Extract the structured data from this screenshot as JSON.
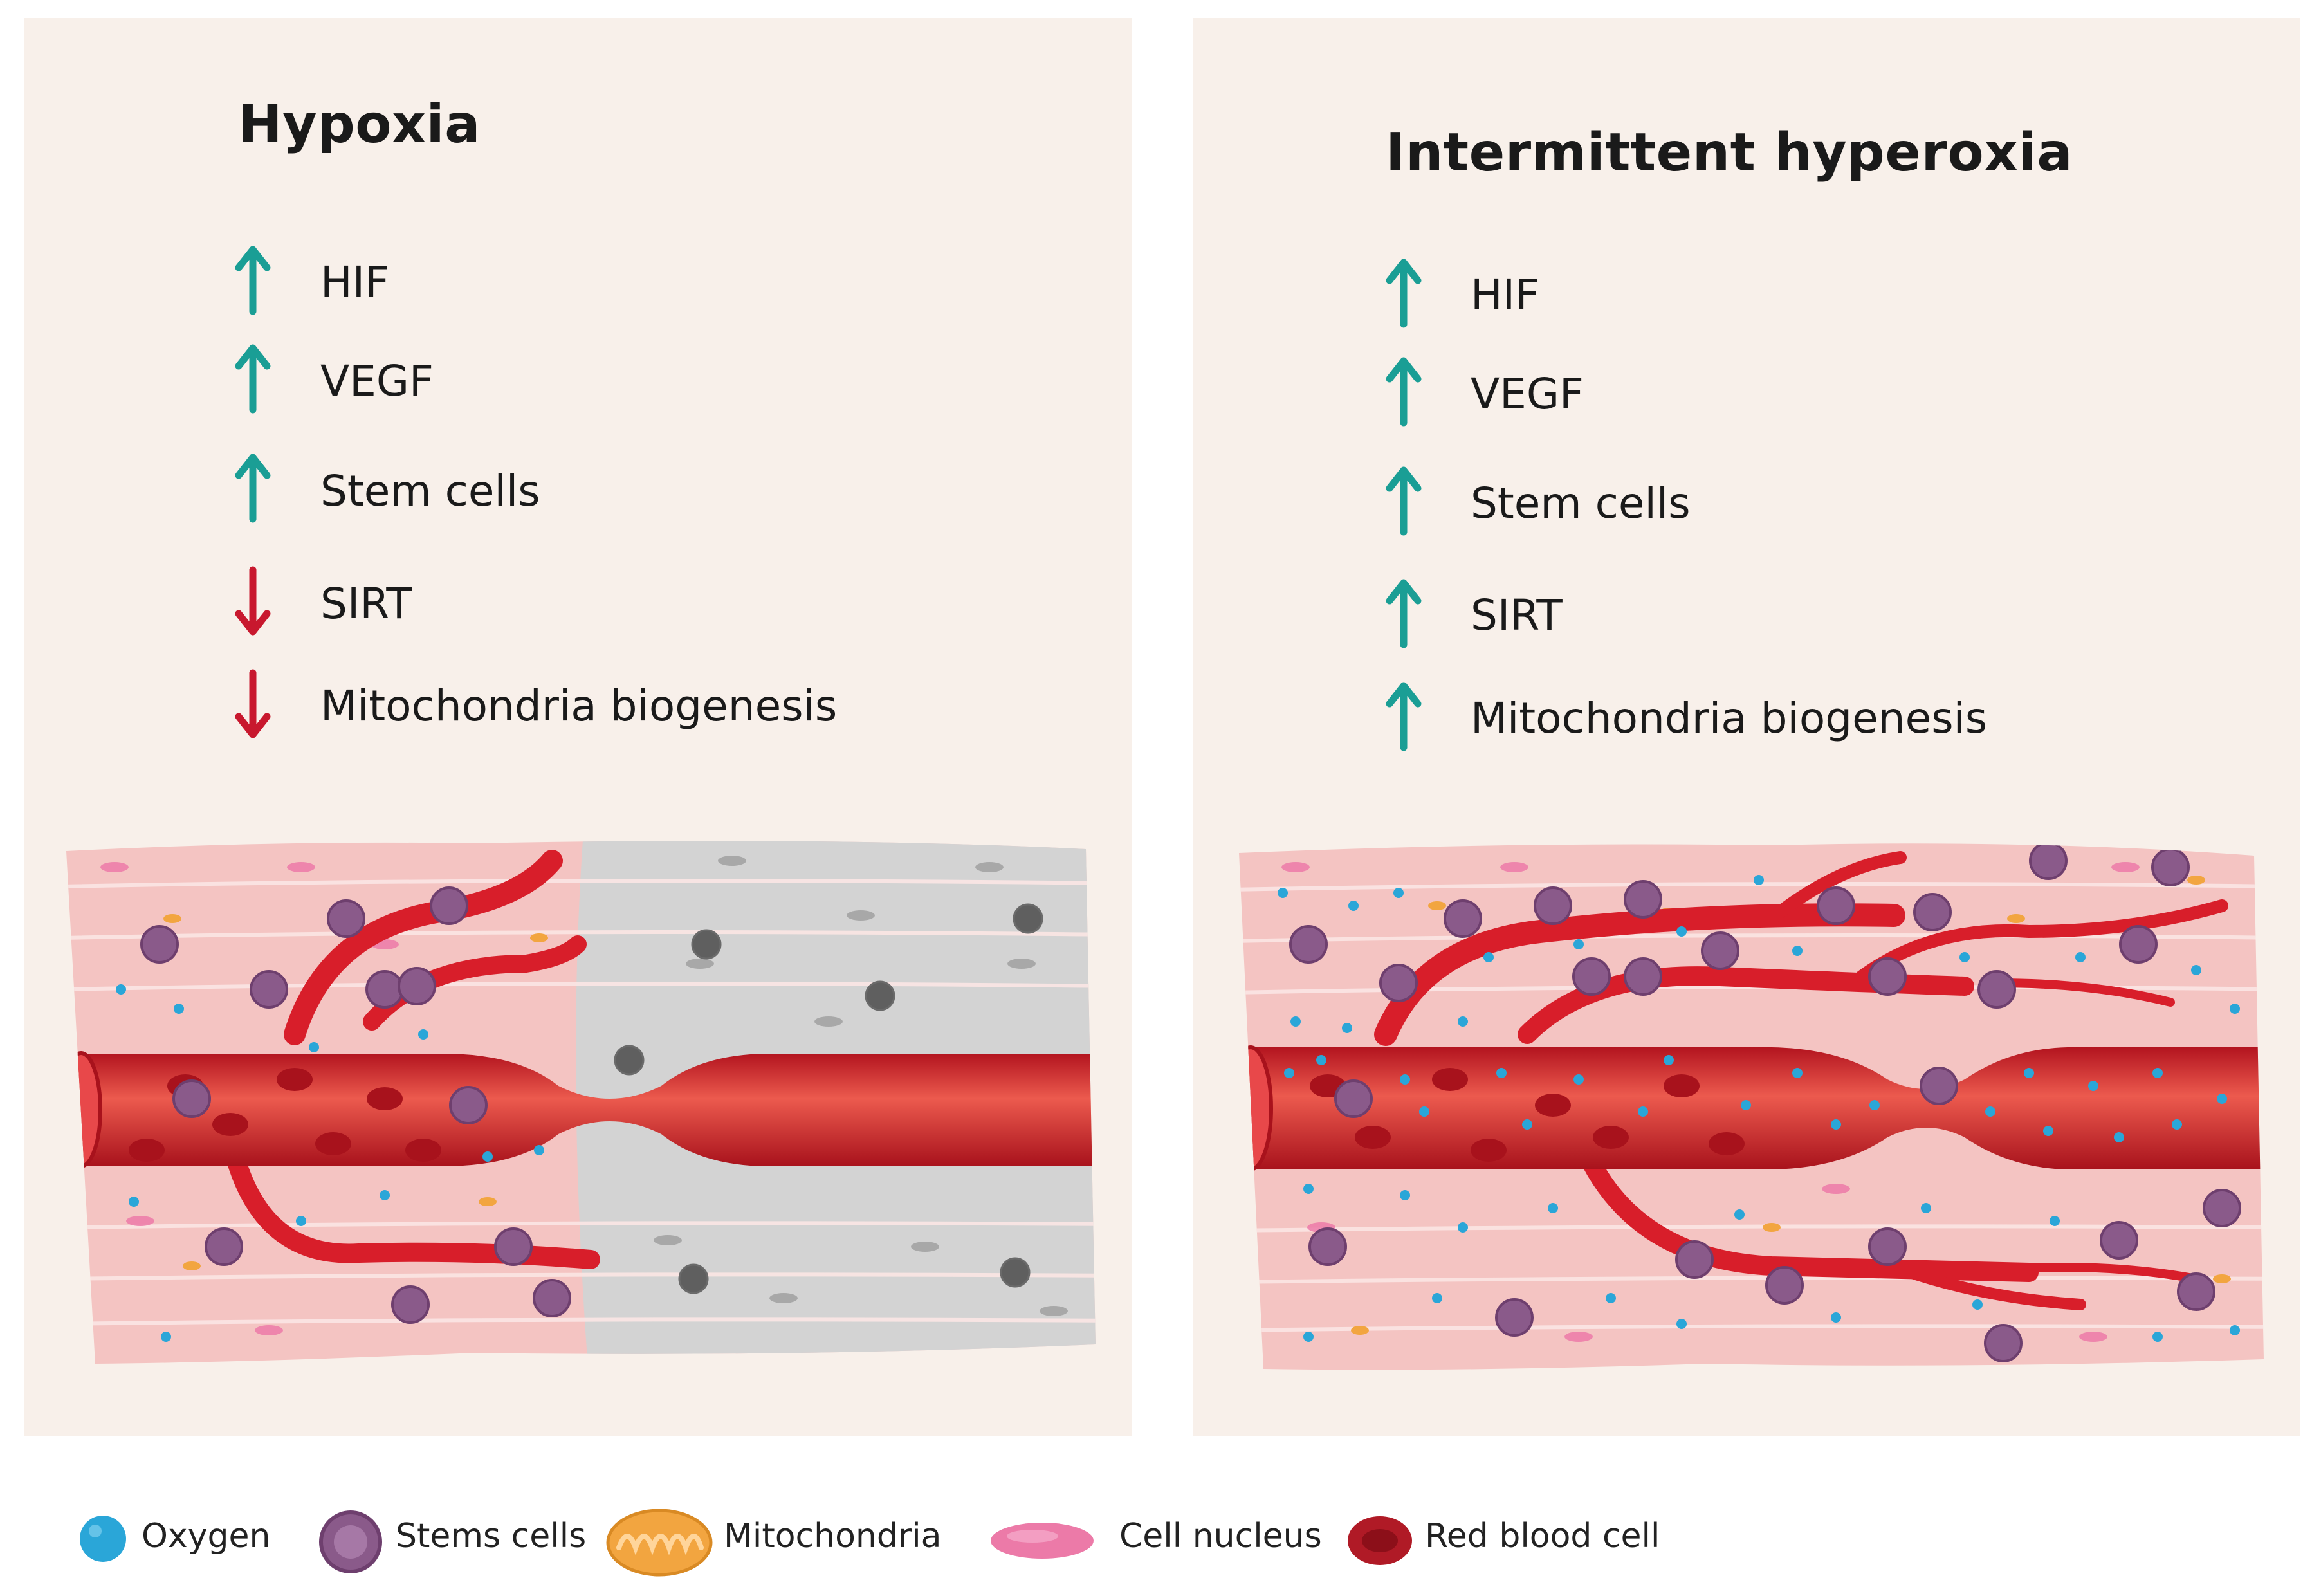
{
  "panels": [
    {
      "title": "Hypoxia",
      "items": [
        {
          "label": "HIF",
          "direction": "up"
        },
        {
          "label": "VEGF",
          "direction": "up"
        },
        {
          "label": "Stem cells",
          "direction": "up"
        },
        {
          "label": "SIRT",
          "direction": "down"
        },
        {
          "label": "Mitochondria biogenesis",
          "direction": "down"
        }
      ]
    },
    {
      "title": "Intermittent hyperoxia",
      "items": [
        {
          "label": "HIF",
          "direction": "up"
        },
        {
          "label": "VEGF",
          "direction": "up"
        },
        {
          "label": "Stem cells",
          "direction": "up"
        },
        {
          "label": "SIRT",
          "direction": "up"
        },
        {
          "label": "Mitochondria biogenesis",
          "direction": "up"
        }
      ]
    }
  ],
  "legend": [
    {
      "label": "Oxygen",
      "icon": "oxygen-dot-icon"
    },
    {
      "label": "Stems cells",
      "icon": "stem-cell-icon"
    },
    {
      "label": "Mitochondria",
      "icon": "mitochondria-icon"
    },
    {
      "label": "Cell nucleus",
      "icon": "cell-nucleus-icon"
    },
    {
      "label": "Red blood cell",
      "icon": "red-blood-cell-icon"
    }
  ],
  "colors": {
    "panel_background": "#f8f0ea",
    "arrow_up": "#1a9e95",
    "arrow_down": "#c8182e",
    "vessel": "#d81e2a",
    "vessel_highlight": "#ec5a4e",
    "muscle": "#f4c4c2",
    "ischemic_tissue": "#d2d2d2",
    "oxygen": "#2aa6d8",
    "stem_cell": "#8a5a8a",
    "mitochondria": "#f2a540",
    "nucleus": "#ec7aa8",
    "red_blood_cell": "#b01a26"
  }
}
